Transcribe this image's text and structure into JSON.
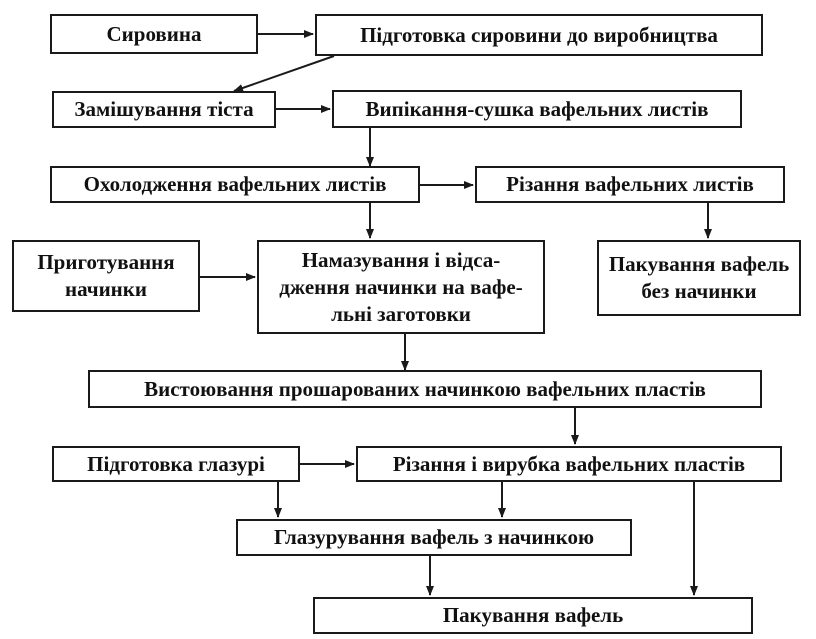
{
  "diagram": {
    "line_color": "#1a1a1a",
    "nodes": {
      "raw": "Сировина",
      "prep_raw": "Підготовка сировини до виробництва",
      "dough": "Замішування тіста",
      "bake": "Випікання-сушка вафельних листів",
      "cool": "Охолодження вафельних листів",
      "cut_sheets": "Різання вафельних листів",
      "filling_prep": "Приготування\nначинки",
      "spread": "Намазування і відса-\nдження начинки на вафе-\nльні заготовки",
      "pack_plain": "Пакування вафель\nбез начинки",
      "settle": "Вистоювання прошарованих начинкою вафельних пластів",
      "glaze_prep": "Підготовка глазурі",
      "cut_layers": "Різання і вирубка вафельних пластів",
      "glazing": "Глазурування вафель з начинкою",
      "pack": "Пакування вафель"
    }
  }
}
